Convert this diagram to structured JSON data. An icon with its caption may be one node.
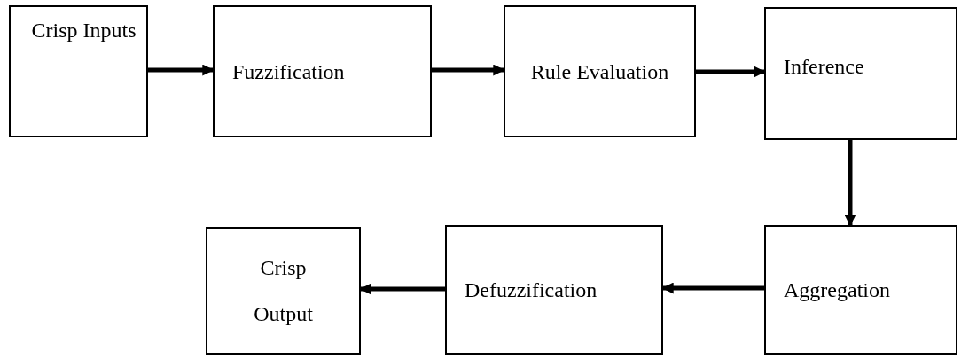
{
  "diagram": {
    "nodes": [
      {
        "text": [
          "Crisp Inputs"
        ]
      },
      {
        "text": [
          "Fuzzification"
        ]
      },
      {
        "text": [
          "Rule Evaluation"
        ]
      },
      {
        "text": [
          "Inference"
        ]
      },
      {
        "text": [
          "Crisp Output"
        ]
      },
      {
        "text": [
          "Defuzzification"
        ]
      },
      {
        "text": [
          "Aggregation"
        ]
      }
    ],
    "edges": [
      {
        "from": 0,
        "to": 1,
        "arrow": "to"
      },
      {
        "from": 1,
        "to": 2,
        "arrow": "to"
      },
      {
        "from": 2,
        "to": 3,
        "arrow": "to"
      },
      {
        "from": 3,
        "to": 6,
        "arrow": "to"
      },
      {
        "from": 6,
        "to": 5,
        "arrow": "to"
      },
      {
        "from": 5,
        "to": 4,
        "arrow": "to"
      }
    ]
  }
}
